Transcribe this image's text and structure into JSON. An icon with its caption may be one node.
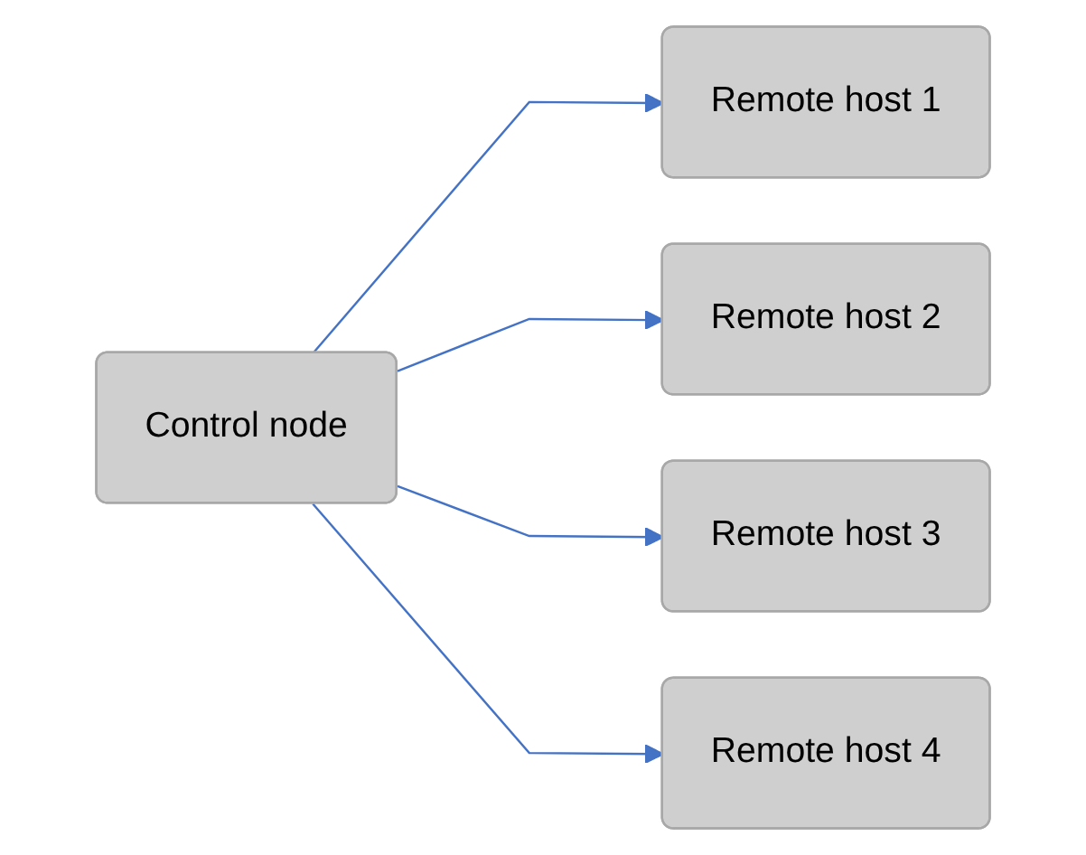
{
  "diagram": {
    "nodes": [
      {
        "text": [
          "Control node"
        ]
      },
      {
        "text": [
          "Remote host 1"
        ]
      },
      {
        "text": [
          "Remote host 2"
        ]
      },
      {
        "text": [
          "Remote host 3"
        ]
      },
      {
        "text": [
          "Remote host 4"
        ]
      }
    ],
    "edges": [
      {
        "from": 0,
        "to": 1,
        "arrow": "to"
      },
      {
        "from": 0,
        "to": 2,
        "arrow": "to"
      },
      {
        "from": 0,
        "to": 3,
        "arrow": "to"
      },
      {
        "from": 0,
        "to": 4,
        "arrow": "to"
      }
    ]
  }
}
